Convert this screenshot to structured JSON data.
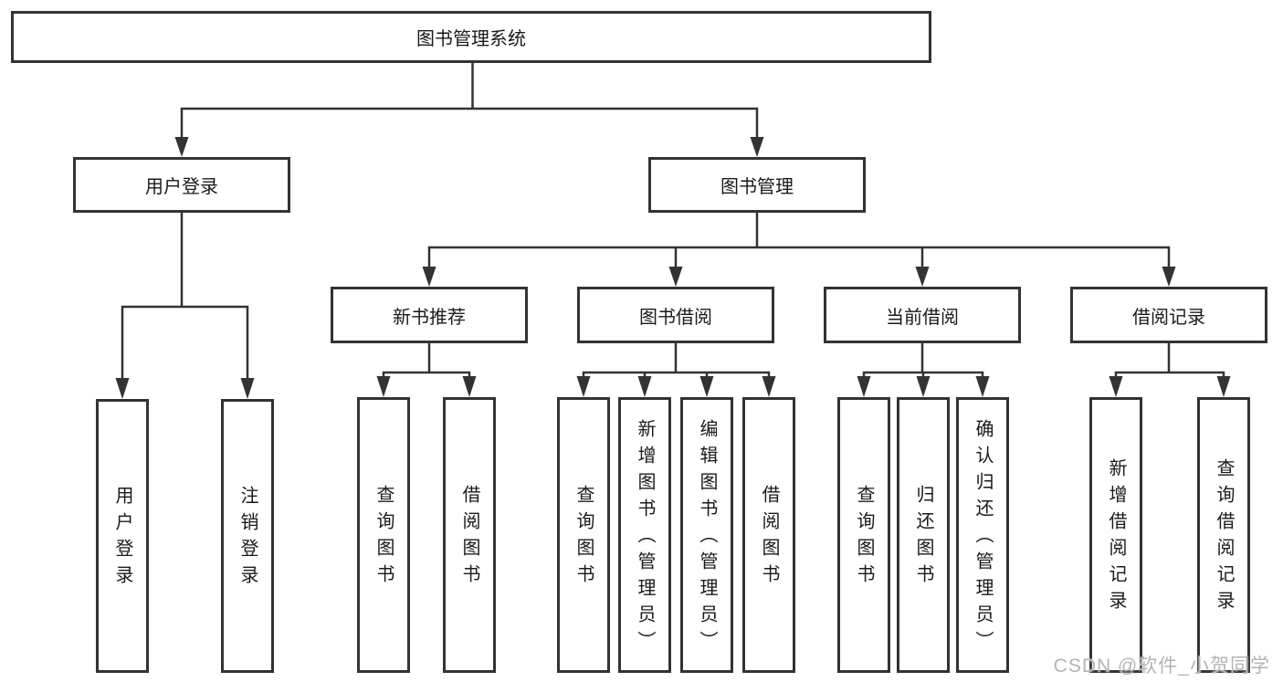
{
  "diagram_type": "hierarchy-tree",
  "watermark": "CSDN @软件_小贺同学",
  "colors": {
    "line": "#333333",
    "box_border": "#333333",
    "box_background": "#ffffff",
    "text": "#1a1a1a",
    "watermark": "#b4b4b4"
  },
  "tree": {
    "label": "图书管理系统",
    "children": [
      {
        "label": "用户登录",
        "children": [
          {
            "label": "用户登录"
          },
          {
            "label": "注销登录"
          }
        ]
      },
      {
        "label": "图书管理",
        "children": [
          {
            "label": "新书推荐",
            "children": [
              {
                "label": "查询图书"
              },
              {
                "label": "借阅图书"
              }
            ]
          },
          {
            "label": "图书借阅",
            "children": [
              {
                "label": "查询图书"
              },
              {
                "label": "新增图书（管理员）"
              },
              {
                "label": "编辑图书（管理员）"
              },
              {
                "label": "借阅图书"
              }
            ]
          },
          {
            "label": "当前借阅",
            "children": [
              {
                "label": "查询图书"
              },
              {
                "label": "归还图书"
              },
              {
                "label": "确认归还（管理员）"
              }
            ]
          },
          {
            "label": "借阅记录",
            "children": [
              {
                "label": "新增借阅记录"
              },
              {
                "label": "查询借阅记录"
              }
            ]
          }
        ]
      }
    ]
  }
}
